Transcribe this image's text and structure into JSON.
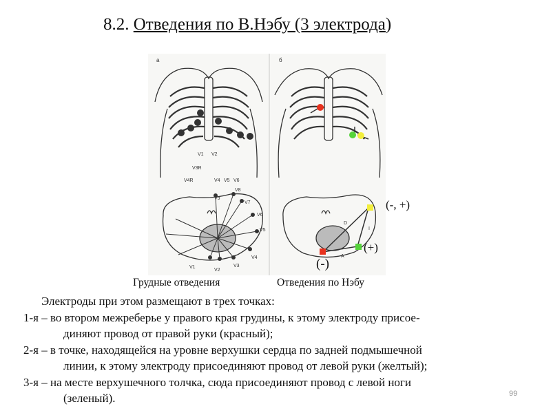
{
  "slide": {
    "title_prefix": "8.2. ",
    "title_main": "Отведения по В.Нэбу (3 электрода",
    "title_suffix": ")",
    "page_number": "99"
  },
  "figure": {
    "panel_a_label": "а",
    "panel_b_label": "б",
    "chest_leads": [
      "V1",
      "V2",
      "V3R",
      "V4R",
      "V4",
      "V5",
      "V6"
    ],
    "section_leads": [
      "V1",
      "V2",
      "V3",
      "V4",
      "V5",
      "V6",
      "V7",
      "V8",
      "V9"
    ],
    "nehb_leads": [
      "D",
      "A",
      "I"
    ],
    "annotation_top": "(-, +)",
    "annotation_plus": "(+)",
    "annotation_minus": "(-)",
    "caption_left": "Грудные отведения",
    "caption_right": "Отведения по Нэбу",
    "electrode_colors": {
      "red": "#e8321e",
      "yellow": "#f2ee3c",
      "green": "#55d33a"
    }
  },
  "text": {
    "intro": "Электроды при этом размещают в трех точках:",
    "item1_line1": "1-я – во втором межреберье у правого края грудины, к этому электроду присое-",
    "item1_line2": "диняют провод от правой руки (красный);",
    "item2_line1": "2-я – в точке, находящейся на уровне верхушки сердца по задней подмышечной",
    "item2_line2": "линии, к этому электроду присоединяют провод от левой руки (желтый);",
    "item3_line1": "3-я – на месте верхушечного толчка, сюда присоединяют провод с левой ноги",
    "item3_line2": "(зеленый)."
  }
}
